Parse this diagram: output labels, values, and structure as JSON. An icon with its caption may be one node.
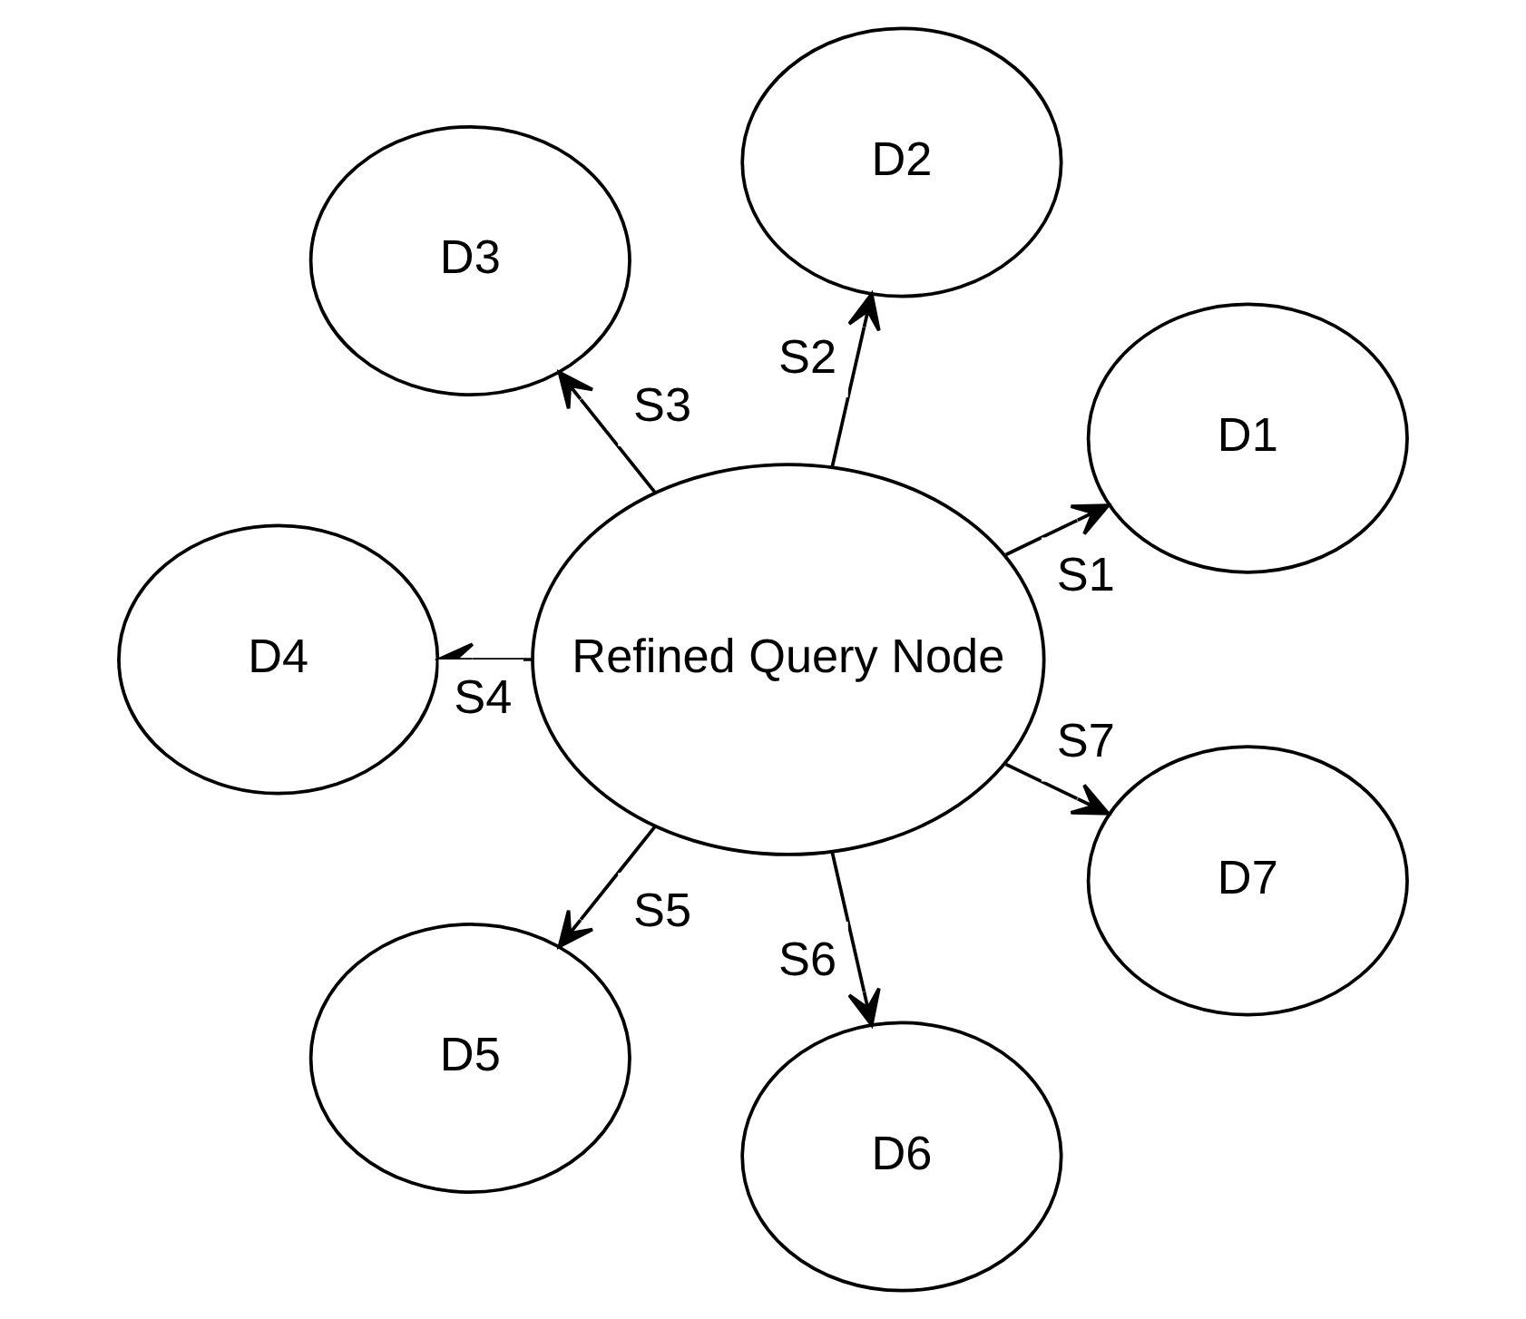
{
  "diagram": {
    "nodes": [
      {
        "text": [
          "Refined Query Node"
        ]
      },
      {
        "text": [
          "D1"
        ]
      },
      {
        "text": [
          "D2"
        ]
      },
      {
        "text": [
          "D3"
        ]
      },
      {
        "text": [
          "D4"
        ]
      },
      {
        "text": [
          "D5"
        ]
      },
      {
        "text": [
          "D6"
        ]
      },
      {
        "text": [
          "D7"
        ]
      }
    ],
    "edges": [
      {
        "from": 0,
        "to": 1,
        "arrow": "to",
        "label": "S1"
      },
      {
        "from": 0,
        "to": 2,
        "arrow": "to",
        "label": "S2"
      },
      {
        "from": 0,
        "to": 3,
        "arrow": "to",
        "label": "S3"
      },
      {
        "from": 0,
        "to": 4,
        "arrow": "to",
        "label": "S4"
      },
      {
        "from": 0,
        "to": 5,
        "arrow": "to",
        "label": "S5"
      },
      {
        "from": 0,
        "to": 6,
        "arrow": "to",
        "label": "S6"
      },
      {
        "from": 0,
        "to": 7,
        "arrow": "to",
        "label": "S7"
      }
    ]
  }
}
